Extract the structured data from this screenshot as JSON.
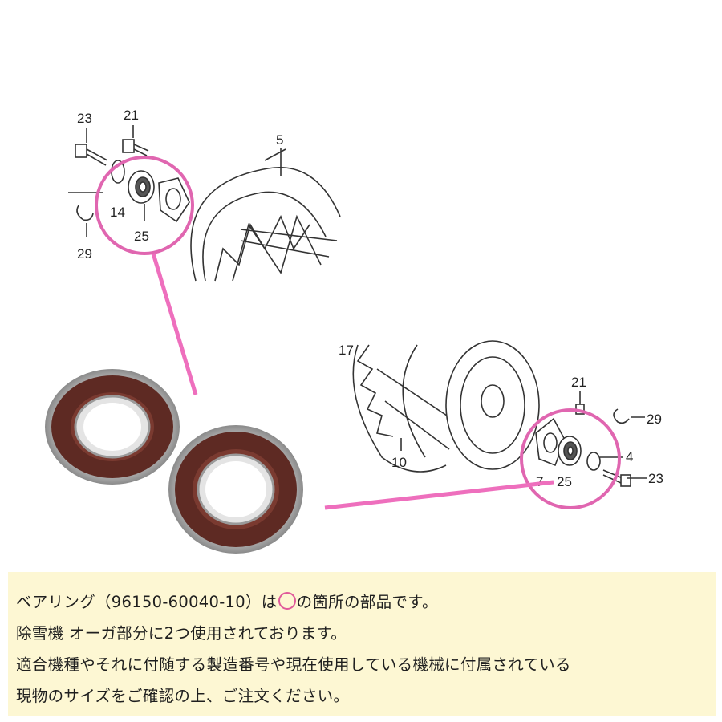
{
  "diagram_top": {
    "labels": {
      "n23": "23",
      "n21": "21",
      "n5": "5",
      "n14": "14",
      "n25": "25",
      "n29": "29"
    }
  },
  "diagram_right": {
    "labels": {
      "n17": "17",
      "n21": "21",
      "n29": "29",
      "n4": "4",
      "n10": "10",
      "n7": "7",
      "n25": "25",
      "n23": "23"
    }
  },
  "highlight_color": "#e066b0",
  "note": {
    "line1_before": "ベアリング（96150-60040-10）は",
    "line1_after": "の箇所の部品です。",
    "line2": "除雪機 オーガ部分に2つ使用されております。",
    "line3": "適合機種やそれに付随する製造番号や現在使用している機械に付属されている",
    "line4": "現物のサイズをご確認の上、ご注文ください。"
  }
}
